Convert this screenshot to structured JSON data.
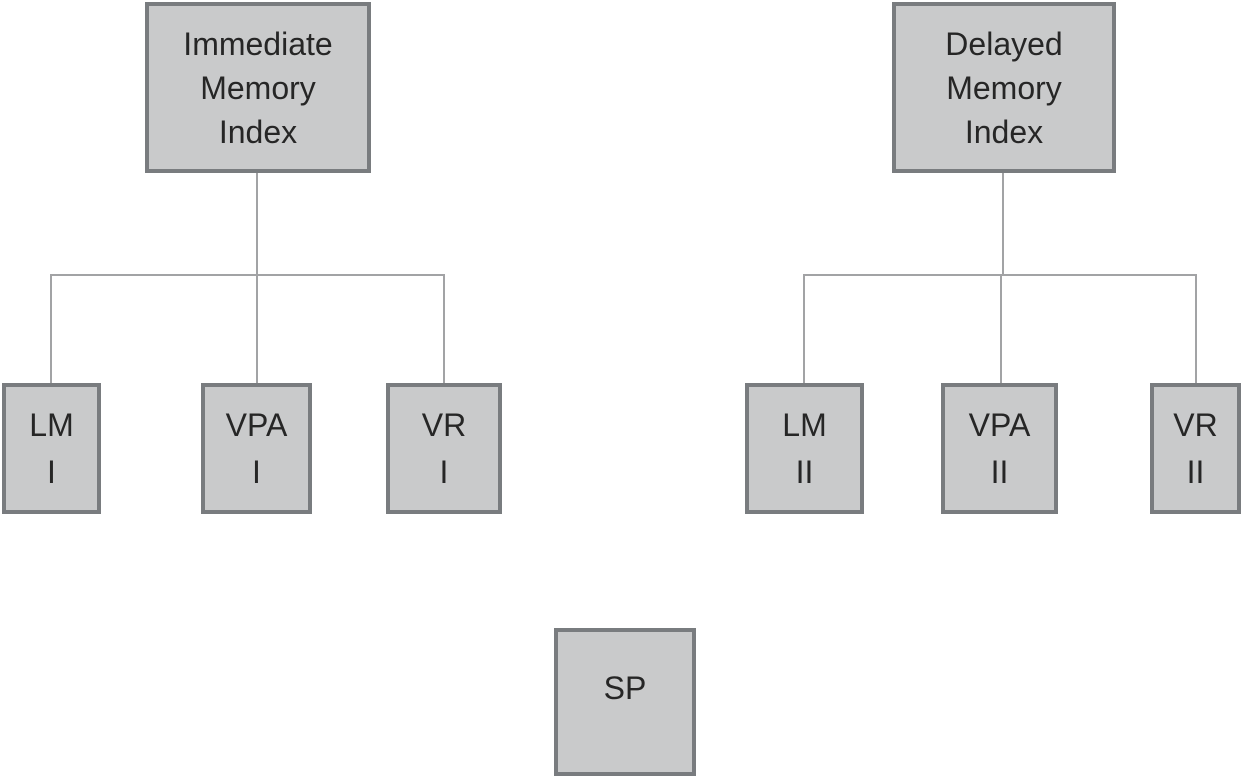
{
  "figure": {
    "type": "hierarchy-diagram",
    "description": "Memory index factor structure diagram with two parent indexes, six subtests, and one standalone subtest box"
  },
  "colors": {
    "box_fill": "#c9cacb",
    "box_border": "#797c7f",
    "connector": "#a2a3a5",
    "text": "#262626",
    "background": "#ffffff"
  },
  "nodes": {
    "immediate": {
      "lines": [
        "Immediate",
        "Memory",
        "Index"
      ]
    },
    "delayed": {
      "lines": [
        "Delayed",
        "Memory",
        "Index"
      ]
    },
    "lm1": {
      "lines": [
        "LM",
        "I"
      ]
    },
    "vpa1": {
      "lines": [
        "VPA",
        "I"
      ]
    },
    "vr1": {
      "lines": [
        "VR",
        "I"
      ]
    },
    "lm2": {
      "lines": [
        "LM",
        "II"
      ]
    },
    "vpa2": {
      "lines": [
        "VPA",
        "II"
      ]
    },
    "vr2": {
      "lines": [
        "VR",
        "II"
      ]
    },
    "sp": {
      "lines": [
        "SP"
      ]
    }
  }
}
